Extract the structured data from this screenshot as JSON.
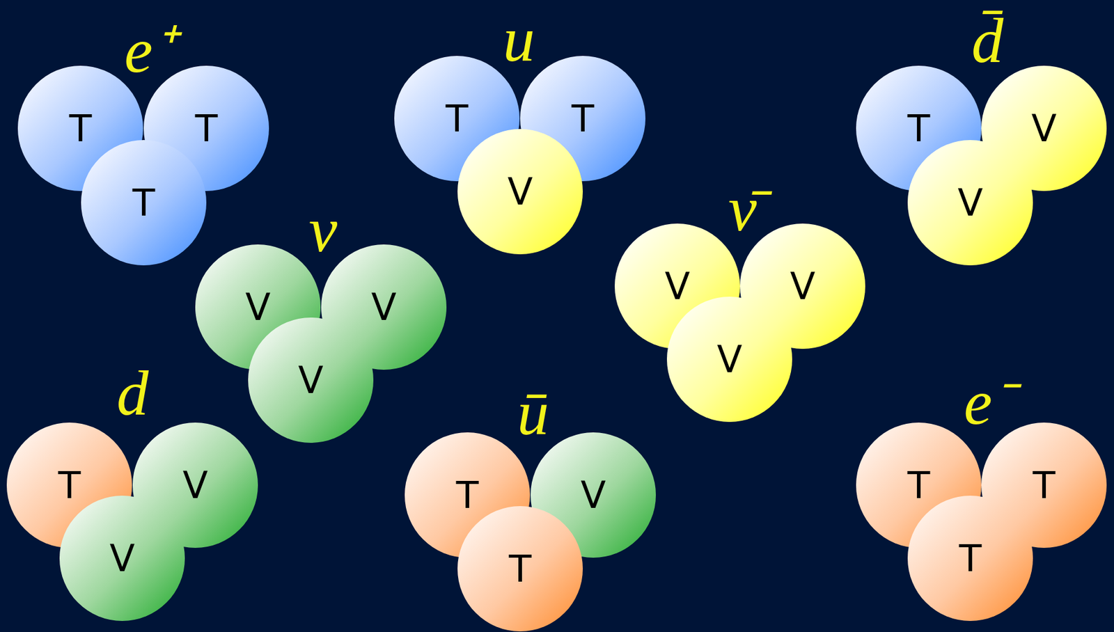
{
  "diagram": {
    "nodes": [
      {
        "text": [
          "T"
        ]
      },
      {
        "text": [
          "T"
        ]
      },
      {
        "text": [
          "T"
        ]
      },
      {
        "text": [
          "T"
        ]
      },
      {
        "text": [
          "T"
        ]
      },
      {
        "text": [
          "V"
        ]
      },
      {
        "text": [
          "T"
        ]
      },
      {
        "text": [
          "V"
        ]
      },
      {
        "text": [
          "V"
        ]
      },
      {
        "text": [
          "V"
        ]
      },
      {
        "text": [
          "V"
        ]
      },
      {
        "text": [
          "V"
        ]
      },
      {
        "text": [
          "V"
        ]
      },
      {
        "text": [
          "V"
        ]
      },
      {
        "text": [
          "V"
        ]
      },
      {
        "text": [
          "T"
        ]
      },
      {
        "text": [
          "V"
        ]
      },
      {
        "text": [
          "V"
        ]
      },
      {
        "text": [
          "T"
        ]
      },
      {
        "text": [
          "V"
        ]
      },
      {
        "text": [
          "T"
        ]
      },
      {
        "text": [
          "T"
        ]
      },
      {
        "text": [
          "T"
        ]
      },
      {
        "text": [
          "T"
        ]
      }
    ],
    "labels": [
      "e⁺",
      "u",
      "d̄",
      "ν",
      "ν̄",
      "d",
      "ū",
      "e⁻"
    ]
  }
}
